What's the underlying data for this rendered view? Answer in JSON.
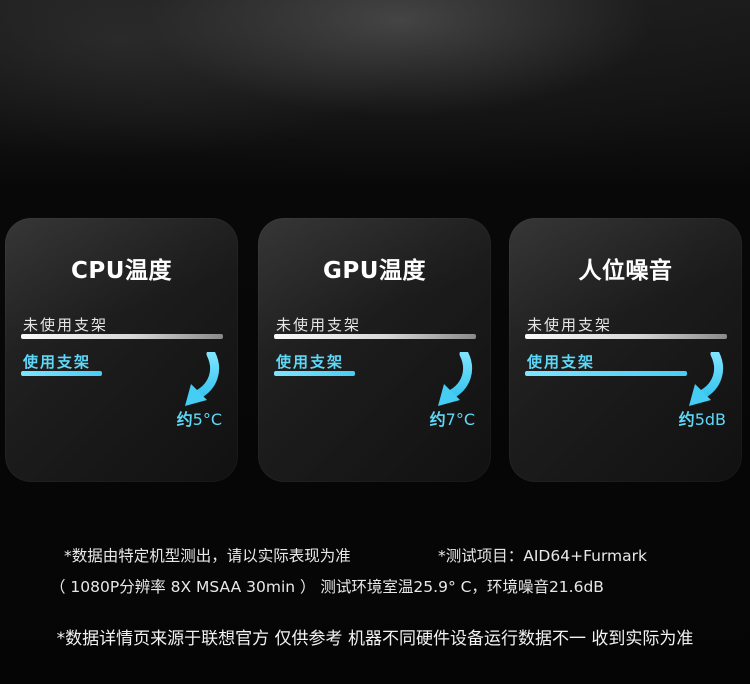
{
  "cards": [
    {
      "title": "CPU温度",
      "without_label": "未使用支架",
      "with_label": "使用支架",
      "reduction_prefix": "约",
      "reduction_value": "5°C",
      "with_bar_fraction": 0.4
    },
    {
      "title": "GPU温度",
      "without_label": "未使用支架",
      "with_label": "使用支架",
      "reduction_prefix": "约",
      "reduction_value": "7°C",
      "with_bar_fraction": 0.4
    },
    {
      "title": "人位噪音",
      "without_label": "未使用支架",
      "with_label": "使用支架",
      "reduction_prefix": "约",
      "reduction_value": "5dB",
      "with_bar_fraction": 0.8
    }
  ],
  "notes": {
    "line1_left": "*数据由特定机型测出，请以实际表现为准",
    "line1_right": "*测试项目：AID64+Furmark",
    "line2": "（ 1080P分辨率  8X MSAA 30min ） 测试环境室温25.9° C，环境噪音21.6dB",
    "disclaimer": "*数据详情页来源于联想官方 仅供参考 机器不同硬件设备运行数据不一 收到实际为准"
  },
  "colors": {
    "accent": "#5fd8f8",
    "background": "#050505",
    "card": "#1f1f1f"
  },
  "icons": {
    "arrow": "curved-down-arrow-icon"
  }
}
